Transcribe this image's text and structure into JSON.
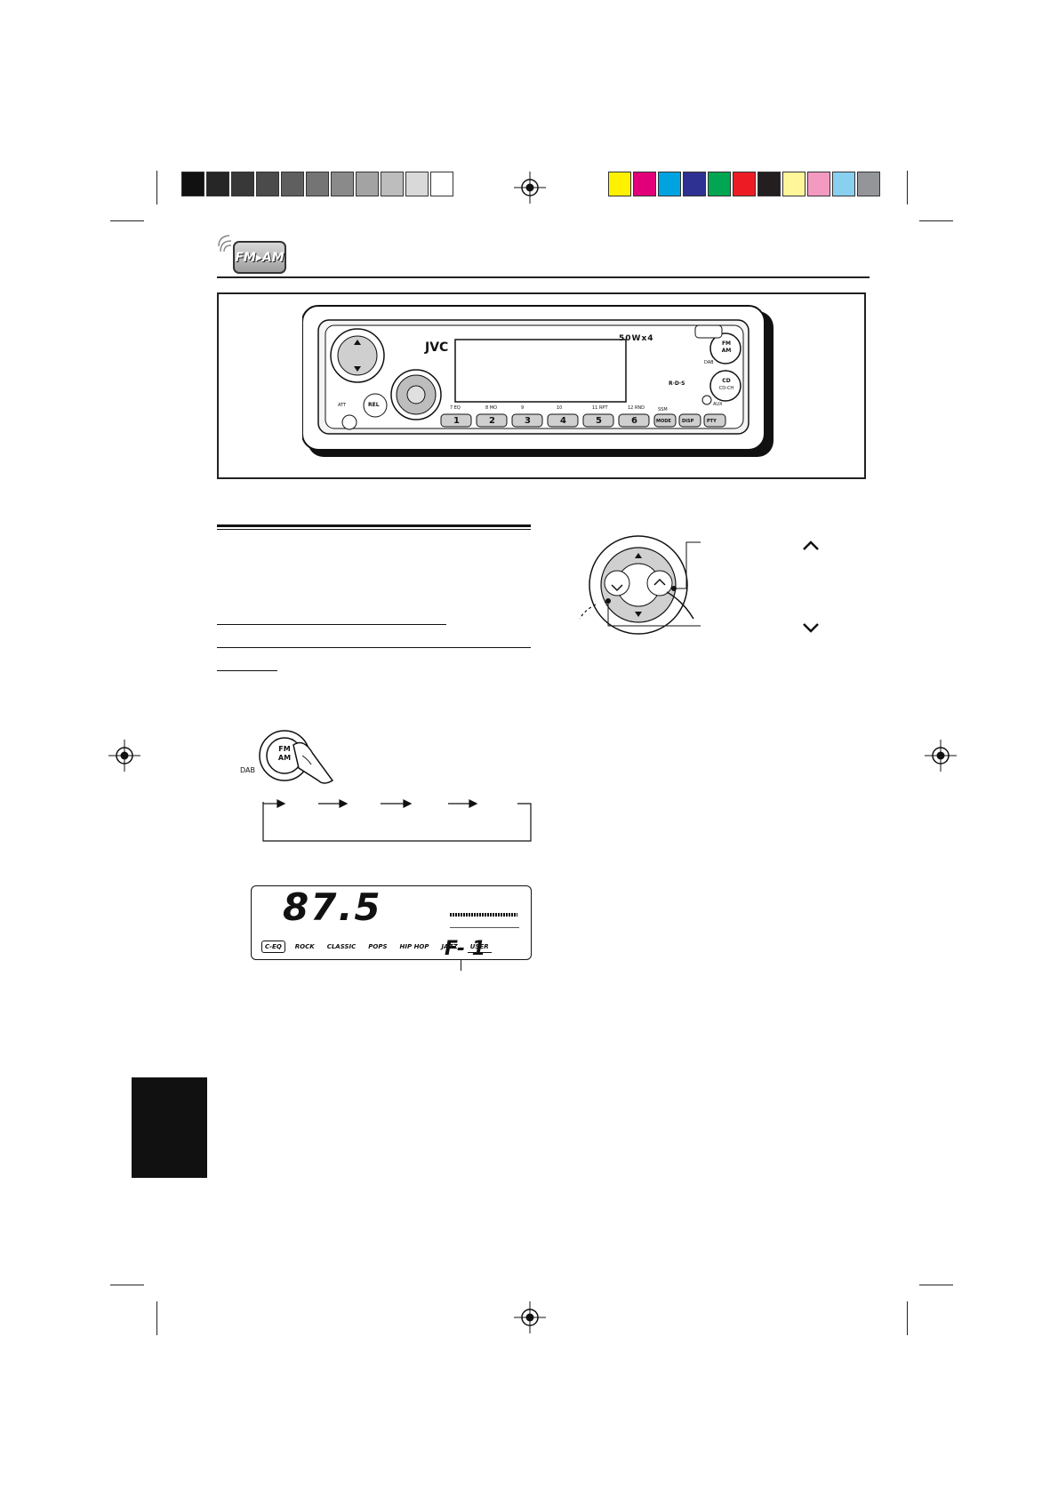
{
  "colors": {
    "grayscale_bar": [
      "#111111",
      "#262626",
      "#383838",
      "#4b4b4b",
      "#5f5f5f",
      "#747474",
      "#8a8a8a",
      "#a3a3a3",
      "#bdbdbd",
      "#d9d9d9",
      "#ffffff"
    ],
    "color_bar": [
      "#fff200",
      "#e2007a",
      "#00a3e0",
      "#2e3192",
      "#00a651",
      "#ed1c24",
      "#231f20",
      "#fff799",
      "#f49ac1",
      "#89cff0",
      "#939598"
    ],
    "ink": "#111111"
  },
  "header": {
    "badge_text": "FM▸AM"
  },
  "head_unit": {
    "brand": "JVC",
    "power_rating": "50Wx4",
    "rds_label": "R·D·S",
    "buttons": {
      "fm_am": {
        "line1": "FM",
        "line2": "AM"
      },
      "cd": {
        "line1": "CD",
        "line2": "CD-CH"
      },
      "rel": "REL",
      "mode": "MODE",
      "disp": "DISP",
      "pty": "PTY",
      "dab": "DAB",
      "aux": "AUX",
      "att": "ATT"
    },
    "presets": [
      {
        "num": "1",
        "label": "7  EQ"
      },
      {
        "num": "2",
        "label": "8  MO"
      },
      {
        "num": "3",
        "label": "9"
      },
      {
        "num": "4",
        "label": "10"
      },
      {
        "num": "5",
        "label": "11  RPT"
      },
      {
        "num": "6",
        "label": "12  RND"
      }
    ],
    "search_label": "SSM"
  },
  "step_illustration": {
    "button_line1": "FM",
    "button_line2": "AM",
    "side_label": "DAB"
  },
  "lcd_display": {
    "frequency": "87.5",
    "eq_modes": [
      "C-EQ",
      "ROCK",
      "CLASSIC",
      "POPS",
      "HIP HOP",
      "JAZZ",
      "USER"
    ],
    "band": "F- 1"
  }
}
